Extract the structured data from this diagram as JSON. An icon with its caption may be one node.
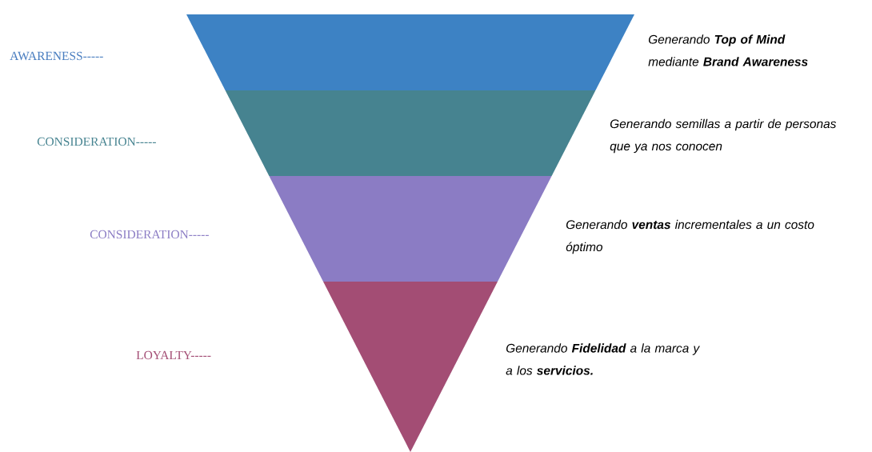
{
  "diagram": {
    "nodes": [
      {
        "text": [],
        "shape": "trapezoid",
        "beside": [
          "Generando **Top of Mind** mediante **Brand Awareness**"
        ]
      },
      {
        "text": [],
        "shape": "trapezoid",
        "beside": [
          "Generando semillas a partir de personas que ya nos conocen"
        ]
      },
      {
        "text": [],
        "shape": "trapezoid",
        "beside": [
          "Generando **ventas** incrementales a un costo óptimo"
        ]
      },
      {
        "text": [],
        "shape": "triangle",
        "beside": [
          "Generando **Fidelidad** a la marca y a los **servicios.**"
        ]
      }
    ],
    "labels": [
      "AWARENESS-----",
      "CONSIDERATION-----",
      "CONSIDERATION-----",
      "LOYALTY-----"
    ]
  }
}
